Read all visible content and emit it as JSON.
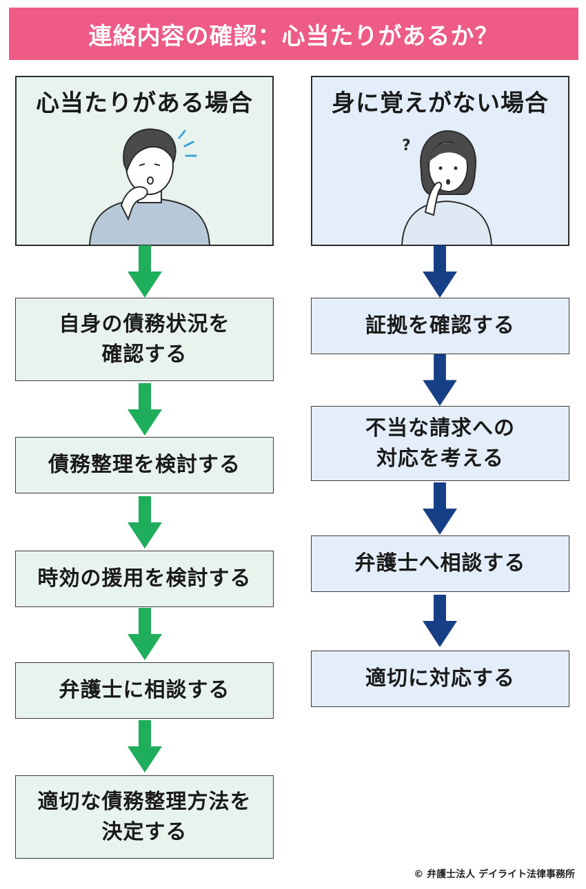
{
  "title": "連絡内容の確認：心当たりがあるか？",
  "left": {
    "header": "心当たりがある場合",
    "illustration": "worried-man-icon",
    "steps": [
      "自身の債務状況を\n確認する",
      "債務整理を検討する",
      "時効の援用を検討する",
      "弁護士に相談する",
      "適切な債務整理方法を\n決定する"
    ]
  },
  "right": {
    "header": "身に覚えがない場合",
    "illustration": "confused-woman-icon",
    "steps": [
      "証拠を確認する",
      "不当な請求への\n対応を考える",
      "弁護士へ相談する",
      "適切に対応する"
    ]
  },
  "footer": "© 弁護士法人 デイライト法律事務所",
  "colors": {
    "banner": "#ee5b86",
    "left_fill": "#e9f3ee",
    "right_fill": "#e4eefa",
    "left_arrow": "#1fae5b",
    "right_arrow": "#173f86"
  }
}
